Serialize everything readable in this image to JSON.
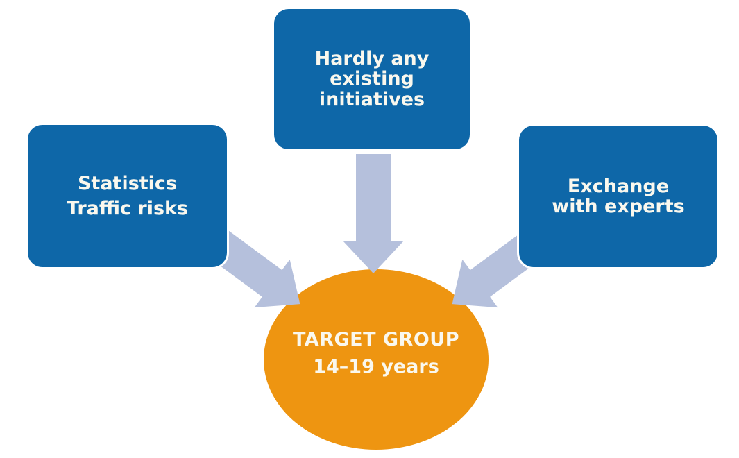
{
  "colors": {
    "background": "#ffffff",
    "box-blue": "#0e67a8",
    "ellipse-orange": "#ee9511",
    "arrow-lavender": "#b5c0dc",
    "text-light": "#faf8ee"
  },
  "boxes": {
    "left": {
      "lines": [
        "Statistics",
        "Traffic risks"
      ]
    },
    "top": {
      "lines": [
        "Hardly any",
        "existing",
        "initiatives"
      ]
    },
    "right": {
      "lines": [
        "Exchange",
        "with experts"
      ]
    }
  },
  "target": {
    "title": "TARGET GROUP",
    "subtitle": "14–19 years"
  }
}
